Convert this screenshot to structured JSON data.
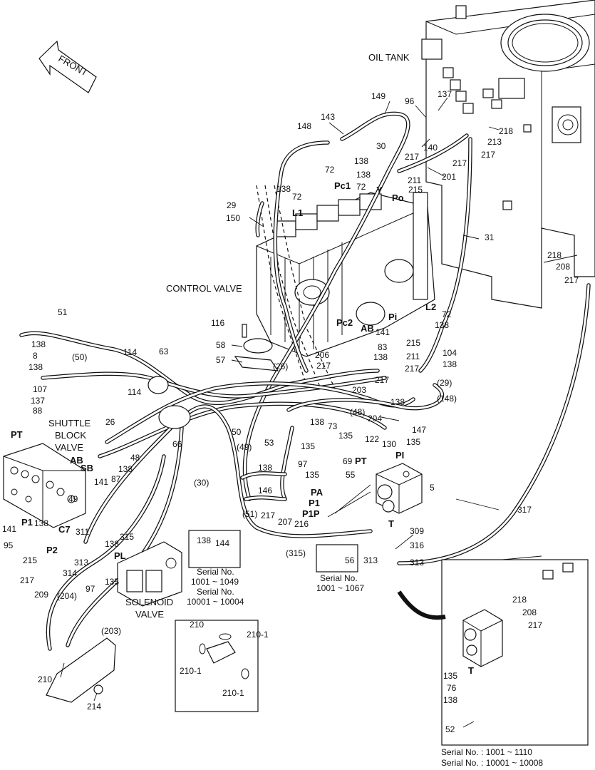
{
  "titles": {
    "front": "FRONT",
    "oil_tank": "OIL TANK",
    "control_valve": "CONTROL VALVE",
    "shuttle_block_valve_1": "SHUTTLE",
    "shuttle_block_valve_2": "BLOCK",
    "shuttle_block_valve_3": "VALVE",
    "solenoid_valve_1": "SOLENOID",
    "solenoid_valve_2": "VALVE"
  },
  "serial_notes": {
    "box144_a": "Serial No.",
    "box144_b": "1001 ~ 1049",
    "box144_c": "Serial No.",
    "box144_d": "10001 ~ 10004",
    "box56_a": "Serial No.",
    "box56_b": "1001 ~ 1067",
    "bottom_a": "Serial No. : 1001 ~ 1110",
    "bottom_b": "Serial No. : 10001 ~ 10008"
  },
  "ports": [
    "PT",
    "AB",
    "SB",
    "P1",
    "C7",
    "P2",
    "PL",
    "Pc1",
    "Pc2",
    "Y",
    "Po",
    "L1",
    "L2",
    "AB",
    "Pi",
    "PT",
    "PI",
    "PA",
    "P1",
    "P1P",
    "T",
    "T"
  ],
  "callouts": [
    {
      "id": "c149",
      "t": "149"
    },
    {
      "id": "c148",
      "t": "148"
    },
    {
      "id": "c143",
      "t": "143"
    },
    {
      "id": "c137a",
      "t": "137"
    },
    {
      "id": "c96",
      "t": "96"
    },
    {
      "id": "c140",
      "t": "140"
    },
    {
      "id": "c218a",
      "t": "218"
    },
    {
      "id": "c213",
      "t": "213"
    },
    {
      "id": "c217a",
      "t": "217"
    },
    {
      "id": "c30",
      "t": "30"
    },
    {
      "id": "c138a",
      "t": "138"
    },
    {
      "id": "c72a",
      "t": "72"
    },
    {
      "id": "c138b",
      "t": "138"
    },
    {
      "id": "c72b",
      "t": "72"
    },
    {
      "id": "c217b",
      "t": "217"
    },
    {
      "id": "c211a",
      "t": "211"
    },
    {
      "id": "c215a",
      "t": "215"
    },
    {
      "id": "c217c",
      "t": "217"
    },
    {
      "id": "c201",
      "t": "201"
    },
    {
      "id": "c29a",
      "t": "29"
    },
    {
      "id": "c138c",
      "t": "138"
    },
    {
      "id": "c72c",
      "t": "72"
    },
    {
      "id": "c150",
      "t": "150"
    },
    {
      "id": "c31",
      "t": "31"
    },
    {
      "id": "c218b",
      "t": "218"
    },
    {
      "id": "c208a",
      "t": "208"
    },
    {
      "id": "c217d",
      "t": "217"
    },
    {
      "id": "c51",
      "t": "51"
    },
    {
      "id": "c138d",
      "t": "138"
    },
    {
      "id": "c8",
      "t": "8"
    },
    {
      "id": "c138e",
      "t": "138"
    },
    {
      "id": "c107",
      "t": "107"
    },
    {
      "id": "c137b",
      "t": "137"
    },
    {
      "id": "c88",
      "t": "88"
    },
    {
      "id": "c50p",
      "t": "(50)"
    },
    {
      "id": "c114a",
      "t": "114"
    },
    {
      "id": "c63",
      "t": "63"
    },
    {
      "id": "c114b",
      "t": "114"
    },
    {
      "id": "c116",
      "t": "116"
    },
    {
      "id": "c58",
      "t": "58"
    },
    {
      "id": "c57",
      "t": "57"
    },
    {
      "id": "c26p",
      "t": "(26)"
    },
    {
      "id": "c141a",
      "t": "141"
    },
    {
      "id": "c83",
      "t": "83"
    },
    {
      "id": "c206",
      "t": "206"
    },
    {
      "id": "c217e",
      "t": "217"
    },
    {
      "id": "c138f",
      "t": "138"
    },
    {
      "id": "c211b",
      "t": "211"
    },
    {
      "id": "c215b",
      "t": "215"
    },
    {
      "id": "c217f",
      "t": "217"
    },
    {
      "id": "c217g",
      "t": "217"
    },
    {
      "id": "c72d",
      "t": "72"
    },
    {
      "id": "c138g",
      "t": "138"
    },
    {
      "id": "c104",
      "t": "104"
    },
    {
      "id": "c138h",
      "t": "138"
    },
    {
      "id": "c29p",
      "t": "(29)"
    },
    {
      "id": "c148p",
      "t": "(148)"
    },
    {
      "id": "c203p",
      "t": "203"
    },
    {
      "id": "c48p",
      "t": "(48)"
    },
    {
      "id": "c204a",
      "t": "204"
    },
    {
      "id": "c138i",
      "t": "138"
    },
    {
      "id": "c147",
      "t": "147"
    },
    {
      "id": "c135a",
      "t": "135"
    },
    {
      "id": "c26",
      "t": "26"
    },
    {
      "id": "c48",
      "t": "48"
    },
    {
      "id": "c138j",
      "t": "138"
    },
    {
      "id": "c87",
      "t": "87"
    },
    {
      "id": "c141b",
      "t": "141"
    },
    {
      "id": "c66",
      "t": "66"
    },
    {
      "id": "c50",
      "t": "50"
    },
    {
      "id": "c53",
      "t": "53"
    },
    {
      "id": "c138k",
      "t": "138"
    },
    {
      "id": "c73",
      "t": "73"
    },
    {
      "id": "c135b",
      "t": "135"
    },
    {
      "id": "c122",
      "t": "122"
    },
    {
      "id": "c130",
      "t": "130"
    },
    {
      "id": "c135c",
      "t": "135"
    },
    {
      "id": "c69",
      "t": "69"
    },
    {
      "id": "c49p",
      "t": "(49)"
    },
    {
      "id": "c138l",
      "t": "138"
    },
    {
      "id": "c97a",
      "t": "97"
    },
    {
      "id": "c135d",
      "t": "135"
    },
    {
      "id": "c55",
      "t": "55"
    },
    {
      "id": "c5",
      "t": "5"
    },
    {
      "id": "c146",
      "t": "146"
    },
    {
      "id": "c30p",
      "t": "(30)"
    },
    {
      "id": "c51p",
      "t": "(51)"
    },
    {
      "id": "c217h",
      "t": "217"
    },
    {
      "id": "c207",
      "t": "207"
    },
    {
      "id": "c216",
      "t": "216"
    },
    {
      "id": "c49",
      "t": "49"
    },
    {
      "id": "c141c",
      "t": "141"
    },
    {
      "id": "c138m",
      "t": "138"
    },
    {
      "id": "c95",
      "t": "95"
    },
    {
      "id": "c311",
      "t": "311"
    },
    {
      "id": "c315",
      "t": "315"
    },
    {
      "id": "c215c",
      "t": "215"
    },
    {
      "id": "c314",
      "t": "314"
    },
    {
      "id": "c313a",
      "t": "313"
    },
    {
      "id": "c138n",
      "t": "138"
    },
    {
      "id": "c217i",
      "t": "217"
    },
    {
      "id": "c209",
      "t": "209"
    },
    {
      "id": "c97b",
      "t": "97"
    },
    {
      "id": "c135e",
      "t": "135"
    },
    {
      "id": "c138o",
      "t": "138"
    },
    {
      "id": "c144",
      "t": "144"
    },
    {
      "id": "c315p",
      "t": "(315)"
    },
    {
      "id": "c56",
      "t": "56"
    },
    {
      "id": "c317",
      "t": "317"
    },
    {
      "id": "c309",
      "t": "309"
    },
    {
      "id": "c316",
      "t": "316"
    },
    {
      "id": "c313b",
      "t": "313"
    },
    {
      "id": "c313c",
      "t": "313"
    },
    {
      "id": "c204p",
      "t": "(204)"
    },
    {
      "id": "c203b",
      "t": "(203)"
    },
    {
      "id": "c210",
      "t": "210"
    },
    {
      "id": "c214",
      "t": "214"
    },
    {
      "id": "c210h",
      "t": "210"
    },
    {
      "id": "c2101a",
      "t": "210-1"
    },
    {
      "id": "c2101b",
      "t": "210-1"
    },
    {
      "id": "c2101c",
      "t": "210-1"
    },
    {
      "id": "c218c",
      "t": "218"
    },
    {
      "id": "c208b",
      "t": "208"
    },
    {
      "id": "c217j",
      "t": "217"
    },
    {
      "id": "c135f",
      "t": "135"
    },
    {
      "id": "c76",
      "t": "76"
    },
    {
      "id": "c138p",
      "t": "138"
    },
    {
      "id": "c52",
      "t": "52"
    }
  ]
}
